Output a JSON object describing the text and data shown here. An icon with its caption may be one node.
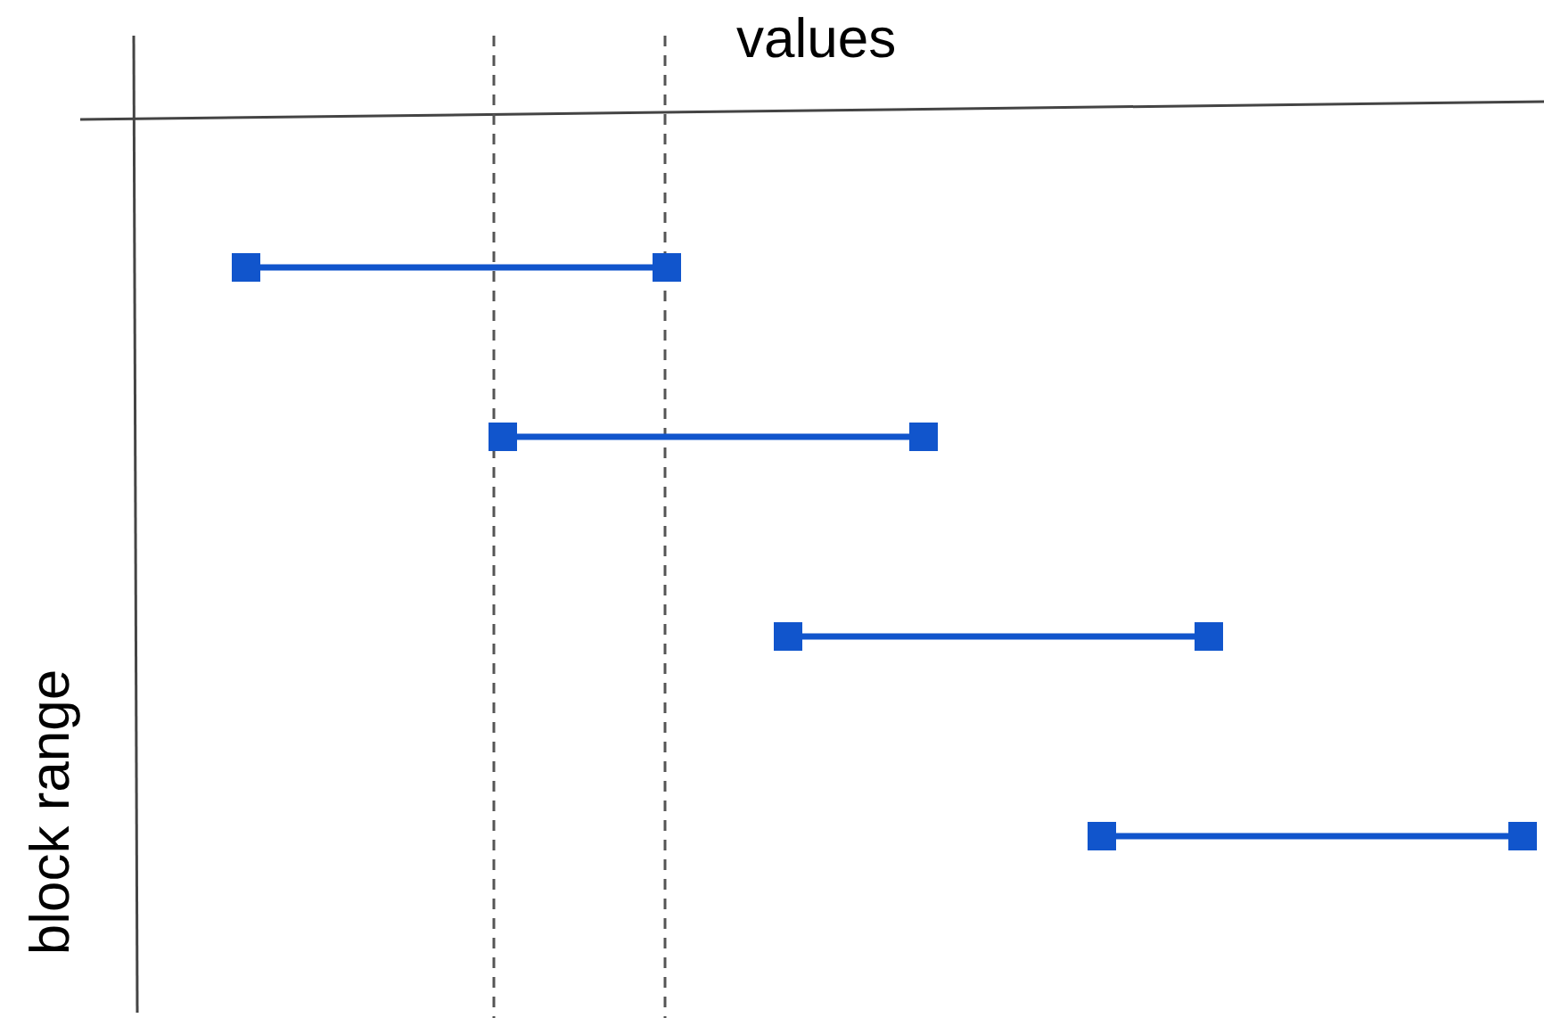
{
  "diagram": {
    "nodes": [
      {
        "text": [],
        "shape": "box"
      },
      {
        "text": [],
        "shape": "box"
      },
      {
        "text": [],
        "shape": "box"
      },
      {
        "text": [],
        "shape": "box"
      },
      {
        "text": [],
        "shape": "box"
      },
      {
        "text": [],
        "shape": "box"
      },
      {
        "text": [],
        "shape": "box"
      },
      {
        "text": [],
        "shape": "box"
      }
    ],
    "edges": [
      {
        "from": 0,
        "to": 1,
        "arrow": "none"
      },
      {
        "from": 2,
        "to": 3,
        "arrow": "none"
      },
      {
        "from": 4,
        "to": 5,
        "arrow": "none"
      },
      {
        "from": 6,
        "to": 7,
        "arrow": "none"
      }
    ],
    "labels": [
      "values",
      "block range"
    ]
  }
}
